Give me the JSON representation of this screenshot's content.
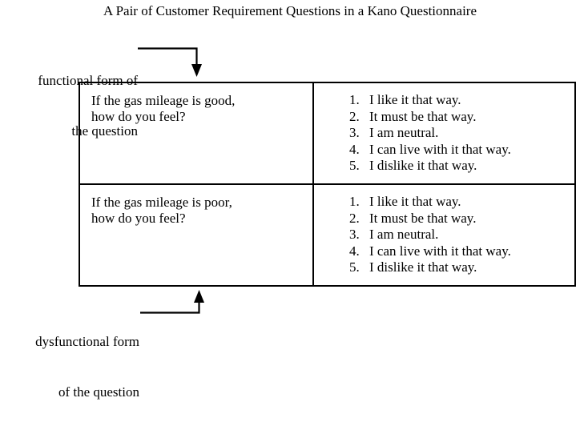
{
  "figure": {
    "title": "A Pair of Customer Requirement Questions in a Kano Questionnaire",
    "background_color": "#ffffff",
    "line_color": "#000000"
  },
  "callouts": {
    "functional": {
      "line_1": "functional form of",
      "line_2": "the question",
      "arrow_direction": "down"
    },
    "dysfunctional": {
      "line_1": "dysfunctional form",
      "line_2": "of the question",
      "arrow_direction": "up"
    }
  },
  "table": {
    "rows": [
      {
        "question": "If the gas mileage is good,\nhow do you feel?",
        "answers": [
          {
            "num": "1.",
            "text": "I like it that way."
          },
          {
            "num": "2.",
            "text": "It must be that way."
          },
          {
            "num": "3.",
            "text": "I am neutral."
          },
          {
            "num": "4.",
            "text": "I can live with it that way."
          },
          {
            "num": "5.",
            "text": "I dislike it that way."
          }
        ]
      },
      {
        "question": "If the gas mileage is poor,\nhow do you feel?",
        "answers": [
          {
            "num": "1.",
            "text": "I like it that way."
          },
          {
            "num": "2.",
            "text": "It must be that way."
          },
          {
            "num": "3.",
            "text": "I am neutral."
          },
          {
            "num": "4.",
            "text": "I can live with it that way."
          },
          {
            "num": "5.",
            "text": "I dislike it that way."
          }
        ]
      }
    ]
  }
}
